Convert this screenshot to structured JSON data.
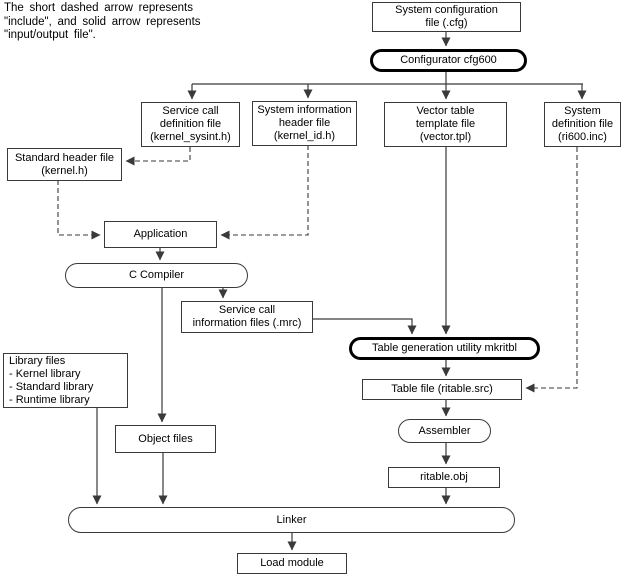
{
  "colors": {
    "bg": "#ffffff",
    "line": "#3a3a3a",
    "thick": "#000000",
    "text": "#000000"
  },
  "note": {
    "lines": [
      "The short dashed arrow represents",
      "\"include\", and solid arrow represents",
      "\"input/output file\"."
    ]
  },
  "legend": {
    "dashed_arrow_meaning": "include",
    "solid_arrow_meaning": "input/output file"
  },
  "nodes": {
    "system_config_file": {
      "lines": [
        "System configuration",
        "file (.cfg)"
      ]
    },
    "configurator": {
      "label": "Configurator cfg600"
    },
    "service_call_def": {
      "lines": [
        "Service call",
        "definition file",
        "(kernel_sysint.h)"
      ]
    },
    "sys_info_header": {
      "lines": [
        "System information",
        "header file",
        "(kernel_id.h)"
      ]
    },
    "vector_template": {
      "lines": [
        "Vector table",
        "template file",
        "(vector.tpl)"
      ]
    },
    "sys_def_file": {
      "lines": [
        "System",
        "definition file",
        "(ri600.inc)"
      ]
    },
    "std_header": {
      "lines": [
        "Standard header file",
        "(kernel.h)"
      ]
    },
    "application": {
      "label": "Application"
    },
    "c_compiler": {
      "label": "C Compiler"
    },
    "service_call_info": {
      "lines": [
        "Service call",
        "information files (.mrc)"
      ]
    },
    "library_files": {
      "lines": [
        "Library files",
        "- Kernel library",
        "- Standard library",
        "- Runtime library"
      ]
    },
    "mkritbl": {
      "label": "Table generation utility mkritbl"
    },
    "table_file": {
      "label": "Table file (ritable.src)"
    },
    "assembler": {
      "label": "Assembler"
    },
    "ritable_obj": {
      "label": "ritable.obj"
    },
    "object_files": {
      "label": "Object files"
    },
    "linker": {
      "label": "Linker"
    },
    "load_module": {
      "label": "Load module"
    }
  },
  "edges": [
    {
      "from": "system_config_file",
      "to": "configurator",
      "style": "solid"
    },
    {
      "from": "configurator",
      "to": "service_call_def",
      "style": "solid"
    },
    {
      "from": "configurator",
      "to": "sys_info_header",
      "style": "solid"
    },
    {
      "from": "configurator",
      "to": "vector_template",
      "style": "solid"
    },
    {
      "from": "configurator",
      "to": "sys_def_file",
      "style": "solid"
    },
    {
      "from": "service_call_def",
      "to": "std_header",
      "style": "dashed"
    },
    {
      "from": "std_header",
      "to": "application",
      "style": "dashed"
    },
    {
      "from": "sys_info_header",
      "to": "application",
      "style": "dashed"
    },
    {
      "from": "application",
      "to": "c_compiler",
      "style": "solid"
    },
    {
      "from": "c_compiler",
      "to": "service_call_info",
      "style": "solid"
    },
    {
      "from": "c_compiler",
      "to": "object_files",
      "style": "solid"
    },
    {
      "from": "service_call_info",
      "to": "mkritbl",
      "style": "solid"
    },
    {
      "from": "vector_template",
      "to": "mkritbl",
      "style": "solid"
    },
    {
      "from": "mkritbl",
      "to": "table_file",
      "style": "solid"
    },
    {
      "from": "sys_def_file",
      "to": "table_file",
      "style": "dashed"
    },
    {
      "from": "table_file",
      "to": "assembler",
      "style": "solid"
    },
    {
      "from": "assembler",
      "to": "ritable_obj",
      "style": "solid"
    },
    {
      "from": "ritable_obj",
      "to": "linker",
      "style": "solid"
    },
    {
      "from": "library_files",
      "to": "linker",
      "style": "solid"
    },
    {
      "from": "object_files",
      "to": "linker",
      "style": "solid"
    },
    {
      "from": "linker",
      "to": "load_module",
      "style": "solid"
    }
  ]
}
